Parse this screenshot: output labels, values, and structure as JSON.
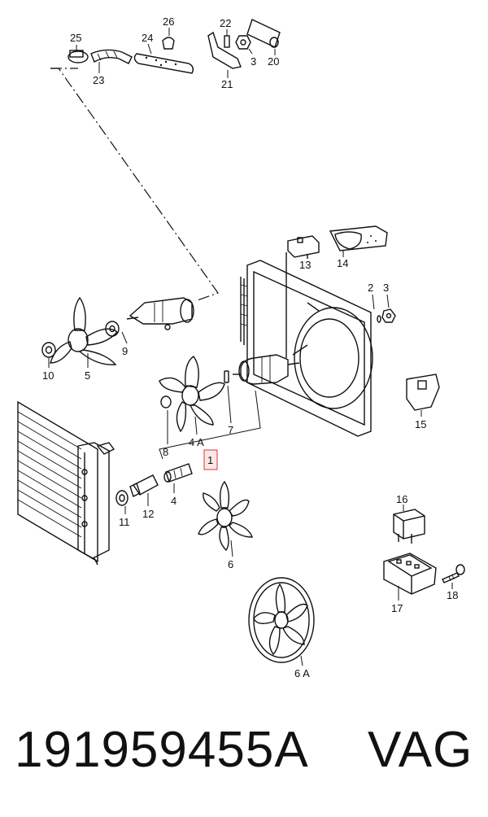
{
  "diagram": {
    "callouts": {
      "c25": "25",
      "c26": "26",
      "c24": "24",
      "c23": "23",
      "c22": "22",
      "c3a": "3",
      "c20": "20",
      "c21": "21",
      "c13": "13",
      "c14": "14",
      "c2": "2",
      "c3b": "3",
      "c9": "9",
      "c10": "10",
      "c5": "5",
      "c8": "8",
      "c4a": "4 A",
      "c7": "7",
      "c1": "1",
      "c15": "15",
      "c11": "11",
      "c12": "12",
      "c4": "4",
      "c6": "6",
      "c16": "16",
      "c17": "17",
      "c18": "18",
      "c6a": "6 A"
    },
    "highlighted_callout": "1",
    "highlight_color": "#d33333"
  },
  "footer": {
    "part_number": "191959455A",
    "brand": "VAG"
  }
}
